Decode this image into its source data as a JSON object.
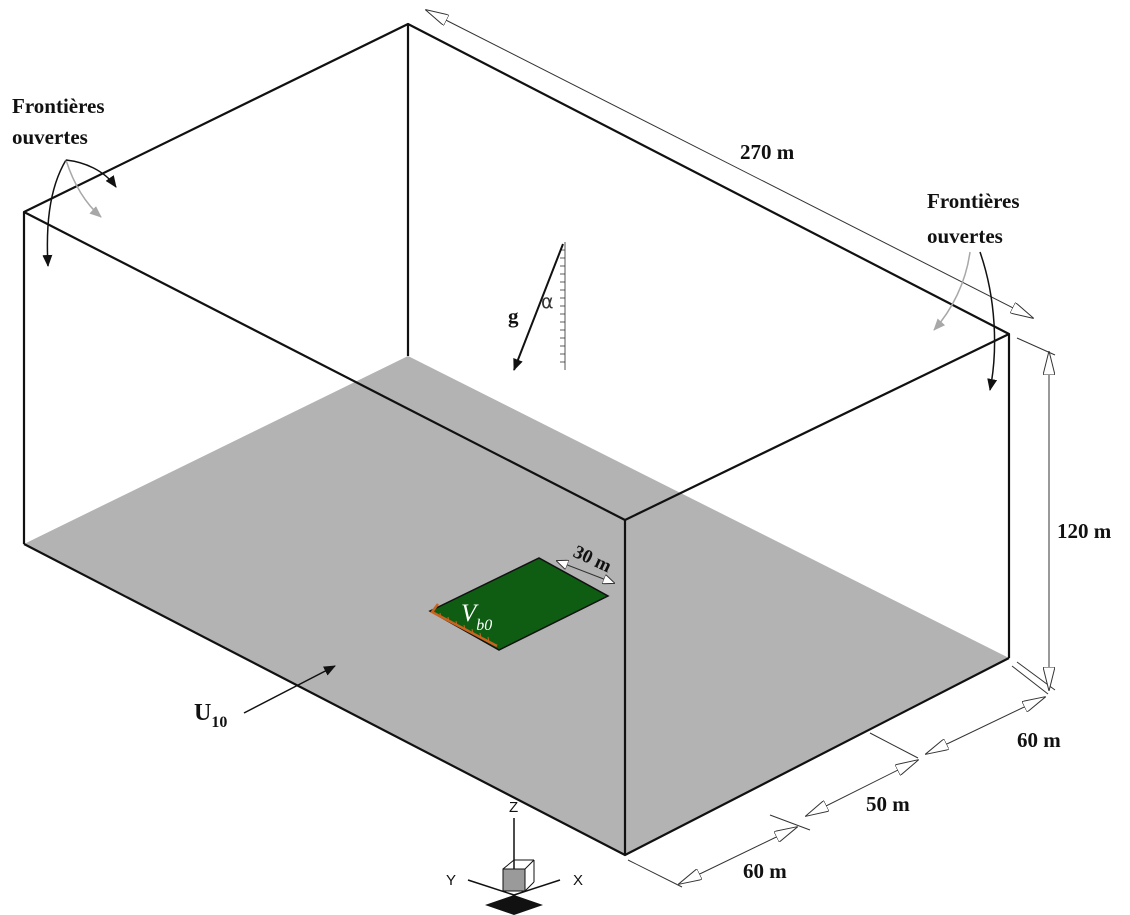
{
  "labels": {
    "open_left_line1": "Frontières",
    "open_left_line2": "ouvertes",
    "open_right_line1": "Frontières",
    "open_right_line2": "ouvertes",
    "length": "270 m",
    "height": "120 m",
    "patch_width": "30 m",
    "gravity": "g",
    "alpha": "α",
    "wind": "U",
    "wind_sub": "10",
    "velocity": "V",
    "velocity_sub": "b0",
    "depth_1": "60 m",
    "depth_2": "50 m",
    "depth_3": "60 m"
  },
  "axes": {
    "z": "Z",
    "y": "Y",
    "x": "X"
  },
  "colors": {
    "floor": "#b3b3b3",
    "patch": "#0e5d12",
    "patch_edge": "#c8641e",
    "edge": "#111111",
    "gray_arrow": "#a8a8a8"
  }
}
